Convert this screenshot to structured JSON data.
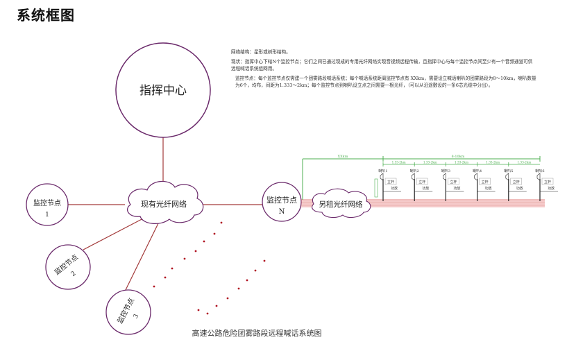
{
  "header": {
    "title": "系统框图"
  },
  "notes": {
    "structure": "网络结构：星形或树形结构。",
    "status": "现状：指挥中心下辖N个监控节点；它们之间已通过现成的专用光纤网络实现音视频远程传输，且指挥中心与每个监控节点间至少有一个音频通道可供远程喊话系统组网用。",
    "node": "监控节点：每个监控节点仅需建一个团雾路段喊话系统；每个喊话系统距离监控节点有 XXkm，需要设立喊话喇叭的团雾路段为8～10km，喇叭数量为6个，均布，间距为1.333～2km；每个监控节点到喇叭设立点之间需要一根光纤，（可以从沿途敷设的一条6芯光缆中分出）。"
  },
  "diagram": {
    "command_center": "指挥中心",
    "existing_network": "现有光纤网络",
    "leased_network": "另租光纤网络",
    "node_n": {
      "name": "监控节点",
      "index": "N"
    },
    "nodes": [
      {
        "name": "监控节点",
        "index": "1"
      },
      {
        "name": "监控节点",
        "index": "2"
      },
      {
        "name": "监控节点",
        "index": "3"
      }
    ],
    "distance_label": "XXkm",
    "span_label": "8-10km",
    "spacing_label": "1.33-2km",
    "speakers": [
      {
        "label": "喇叭1",
        "pole": "立杆",
        "amp": "功放"
      },
      {
        "label": "喇叭2",
        "pole": "立杆",
        "amp": "功放"
      },
      {
        "label": "喇叭3",
        "pole": "立杆",
        "amp": "功放"
      },
      {
        "label": "喇叭4",
        "pole": "立杆",
        "amp": "功放"
      },
      {
        "label": "喇叭5",
        "pole": "立杆",
        "amp": "功放"
      },
      {
        "label": "喇叭6",
        "pole": "立杆",
        "amp": "功放"
      }
    ]
  },
  "caption": "高速公路危险团雾路段远程喊话系统图",
  "colors": {
    "link": "#a33a3a",
    "circle": "#6b2a6b",
    "measure": "#4caf50",
    "dot": "#b01020"
  }
}
